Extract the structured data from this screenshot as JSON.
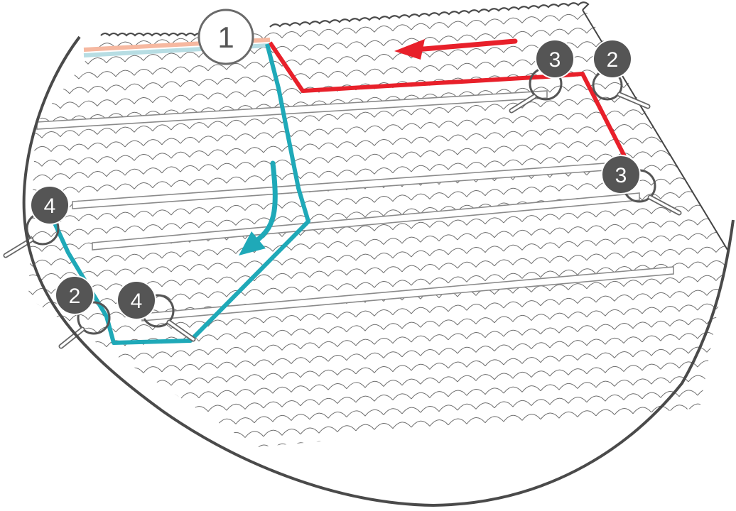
{
  "diagram": {
    "main_callout": "1",
    "markers": [
      {
        "id": "upper-right-2",
        "label": "2"
      },
      {
        "id": "upper-3",
        "label": "3"
      },
      {
        "id": "right-3",
        "label": "3"
      },
      {
        "id": "left-4",
        "label": "4"
      },
      {
        "id": "lower-left-2",
        "label": "2"
      },
      {
        "id": "lower-4",
        "label": "4"
      }
    ]
  },
  "colors": {
    "outline": "#4a4a4a",
    "tile_line": "#6d6d6d",
    "rail": "#8a8a8a",
    "hot_pipe": "#e8202a",
    "cold_pipe": "#1fa9b8",
    "marker_fill": "#555555",
    "marker_text": "#ffffff",
    "pale_hot": "#f6b8a0",
    "pale_cold": "#b7dde3"
  }
}
